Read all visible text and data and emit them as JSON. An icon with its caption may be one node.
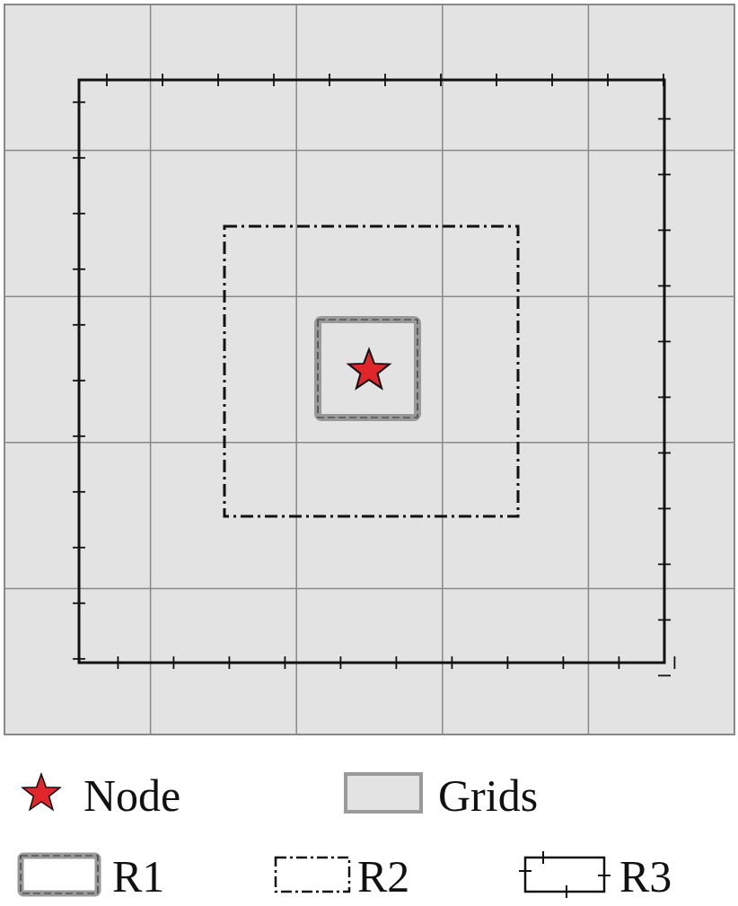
{
  "diagram": {
    "legend": [
      {
        "text": "Node"
      },
      {
        "text": "Grids",
        "color": "#e3e3e3"
      },
      {
        "text": "R1"
      },
      {
        "text": "R2"
      },
      {
        "text": "R3"
      }
    ]
  }
}
